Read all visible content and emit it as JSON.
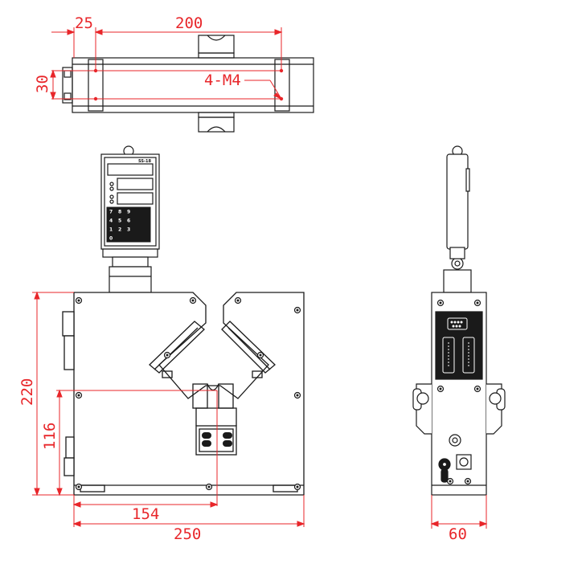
{
  "colors": {
    "dimension": "#e8262a",
    "outline": "#1a1a1a",
    "device_fill": "#ffffff"
  },
  "top_view": {
    "dim_left_offset": "25",
    "dim_hole_spacing": "200",
    "dim_hole_rows": "30",
    "hole_callout": "4-M4"
  },
  "front_view": {
    "dim_height": "220",
    "dim_center_height": "116",
    "dim_center_width": "154",
    "dim_width": "250",
    "display_label": "SS-18",
    "keypad_keys": [
      "7",
      "8",
      "9",
      "",
      "",
      "4",
      "5",
      "6",
      "",
      "",
      "1",
      "2",
      "3",
      "",
      "",
      "0",
      "",
      "",
      "",
      ""
    ]
  },
  "side_view": {
    "dim_depth": "60"
  },
  "icons": [
    "mounting-hole-icon",
    "screw-head-icon",
    "roller-wheel-icon",
    "db9-connector-icon",
    "db15-connector-icon",
    "round-connector-icon",
    "bnc-connector-icon"
  ]
}
